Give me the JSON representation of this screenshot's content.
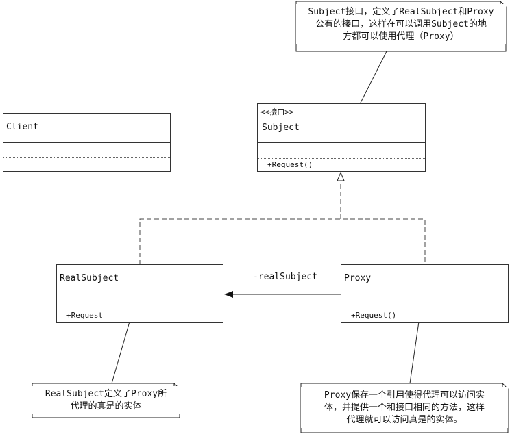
{
  "classes": {
    "client": {
      "name": "Client"
    },
    "subject": {
      "stereotype": "<<接口>>",
      "name": "Subject",
      "operation": "+Request()"
    },
    "real_subject": {
      "name": "RealSubject",
      "operation": "+Request"
    },
    "proxy": {
      "name": "Proxy",
      "operation": "+Request()"
    }
  },
  "association": {
    "label": "-realSubject"
  },
  "notes": {
    "subject_note": [
      "Subject接口，定义了RealSubject和Proxy",
      "公有的接口，这样在可以调用Subject的地",
      "方都可以使用代理（Proxy）"
    ],
    "real_subject_note": [
      "RealSubject定义了Proxy所",
      "代理的真是的实体"
    ],
    "proxy_note": [
      "Proxy保存一个引用使得代理可以访问实",
      "体，并提供一个和接口相同的方法，这样",
      "代理就可以访问真是的实体。"
    ]
  }
}
